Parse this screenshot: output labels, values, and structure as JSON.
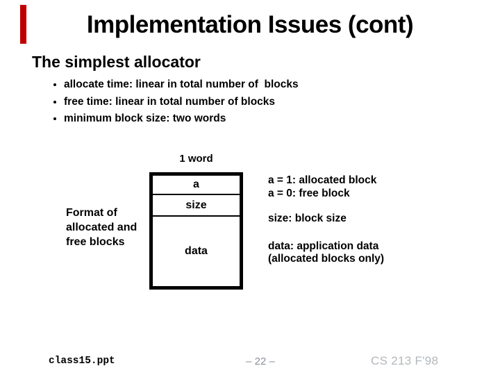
{
  "slide": {
    "title": "Implementation Issues (cont)",
    "heading": "The simplest allocator",
    "bullets": [
      "allocate time: linear in total number of  blocks",
      "free time: linear in total number of blocks",
      "minimum block size: two words"
    ]
  },
  "diagram": {
    "width_label": "1 word",
    "side_label_lines": [
      "Format of",
      "allocated and",
      "free blocks"
    ],
    "cells": [
      {
        "label": "a"
      },
      {
        "label": "size"
      },
      {
        "label": "data"
      }
    ],
    "annotations": [
      {
        "lines": [
          "a = 1: allocated block",
          "a = 0: free block"
        ]
      },
      {
        "lines": [
          "size: block size"
        ]
      },
      {
        "lines": [
          "data: application data",
          "(allocated blocks only)"
        ]
      }
    ]
  },
  "footer": {
    "filename": "class15.ppt",
    "page_number": "– 22 –",
    "course": "CS 213 F'98"
  },
  "colors": {
    "accent_red": "#c00000",
    "page_number_gray": "#8a9099",
    "course_gray": "#b3b7bb",
    "text": "#000000",
    "background": "#ffffff"
  }
}
